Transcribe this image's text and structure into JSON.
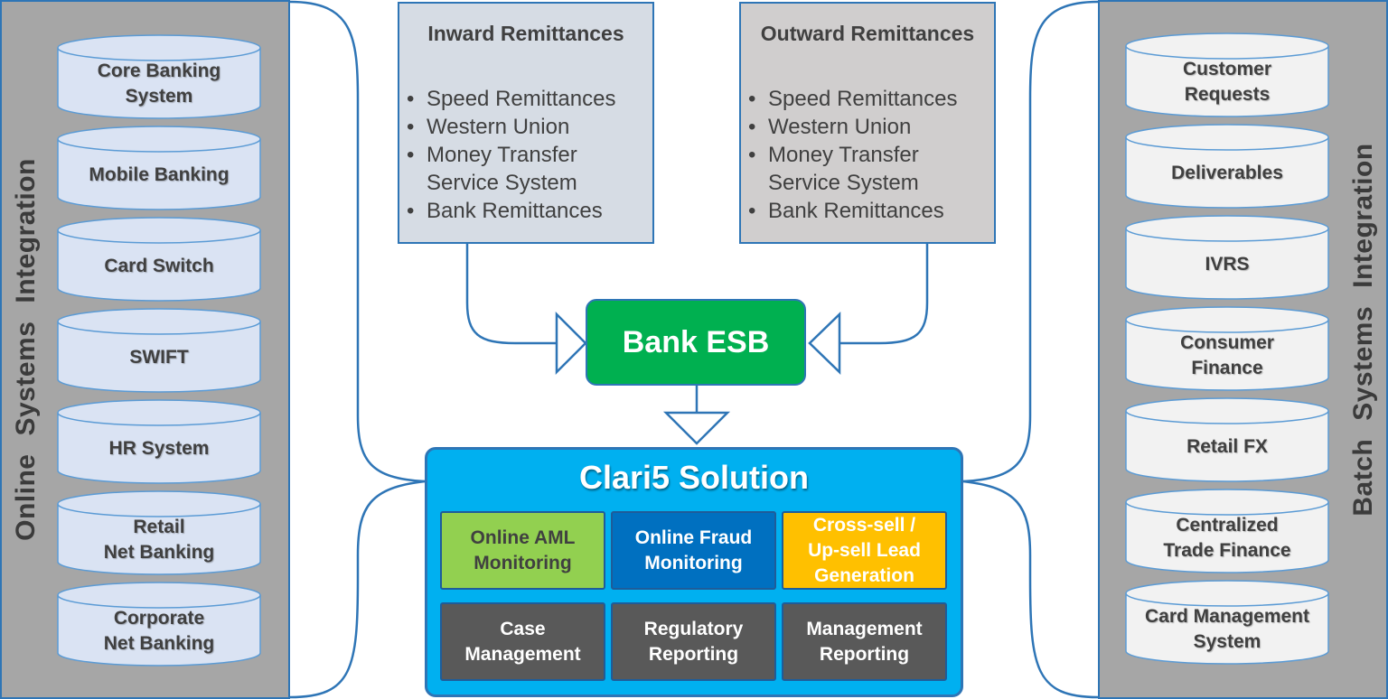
{
  "left_panel": {
    "title_word1": "Online",
    "title_word2": "Systems",
    "title_word3": "Integration",
    "items": [
      "Core Banking\nSystem",
      "Mobile Banking",
      "Card Switch",
      "SWIFT",
      "HR System",
      "Retail\nNet Banking",
      "Corporate\nNet Banking"
    ]
  },
  "right_panel": {
    "title_word1": "Batch",
    "title_word2": "Systems",
    "title_word3": "Integration",
    "items": [
      "Customer\nRequests",
      "Deliverables",
      "IVRS",
      "Consumer\nFinance",
      "Retail FX",
      "Centralized\nTrade Finance",
      "Card Management\nSystem"
    ]
  },
  "inward": {
    "title": "Inward Remittances",
    "items": [
      "Speed Remittances",
      "Western Union",
      "Money Transfer Service System",
      "Bank Remittances"
    ]
  },
  "outward": {
    "title": "Outward Remittances",
    "items": [
      "Speed Remittances",
      "Western Union",
      "Money Transfer Service System",
      "Bank Remittances"
    ]
  },
  "esb": {
    "label": "Bank ESB"
  },
  "clari5": {
    "title": "Clari5 Solution",
    "modules": [
      "Online AML\nMonitoring",
      "Online Fraud\nMonitoring",
      "Cross-sell /\nUp-sell Lead\nGeneration",
      "Case\nManagement",
      "Regulatory\nReporting",
      "Management\nReporting"
    ]
  },
  "colors": {
    "panel_gray": "#a6a6a6",
    "border_blue": "#2e75b6",
    "left_cylinder_fill": "#dae3f3",
    "right_cylinder_fill": "#f2f2f2",
    "esb_green": "#00b050",
    "clari5_blue": "#00b0f0",
    "aml_green": "#92d050",
    "fraud_blue": "#0070c0",
    "crosssell_orange": "#ffc000",
    "module_dark": "#595959"
  }
}
